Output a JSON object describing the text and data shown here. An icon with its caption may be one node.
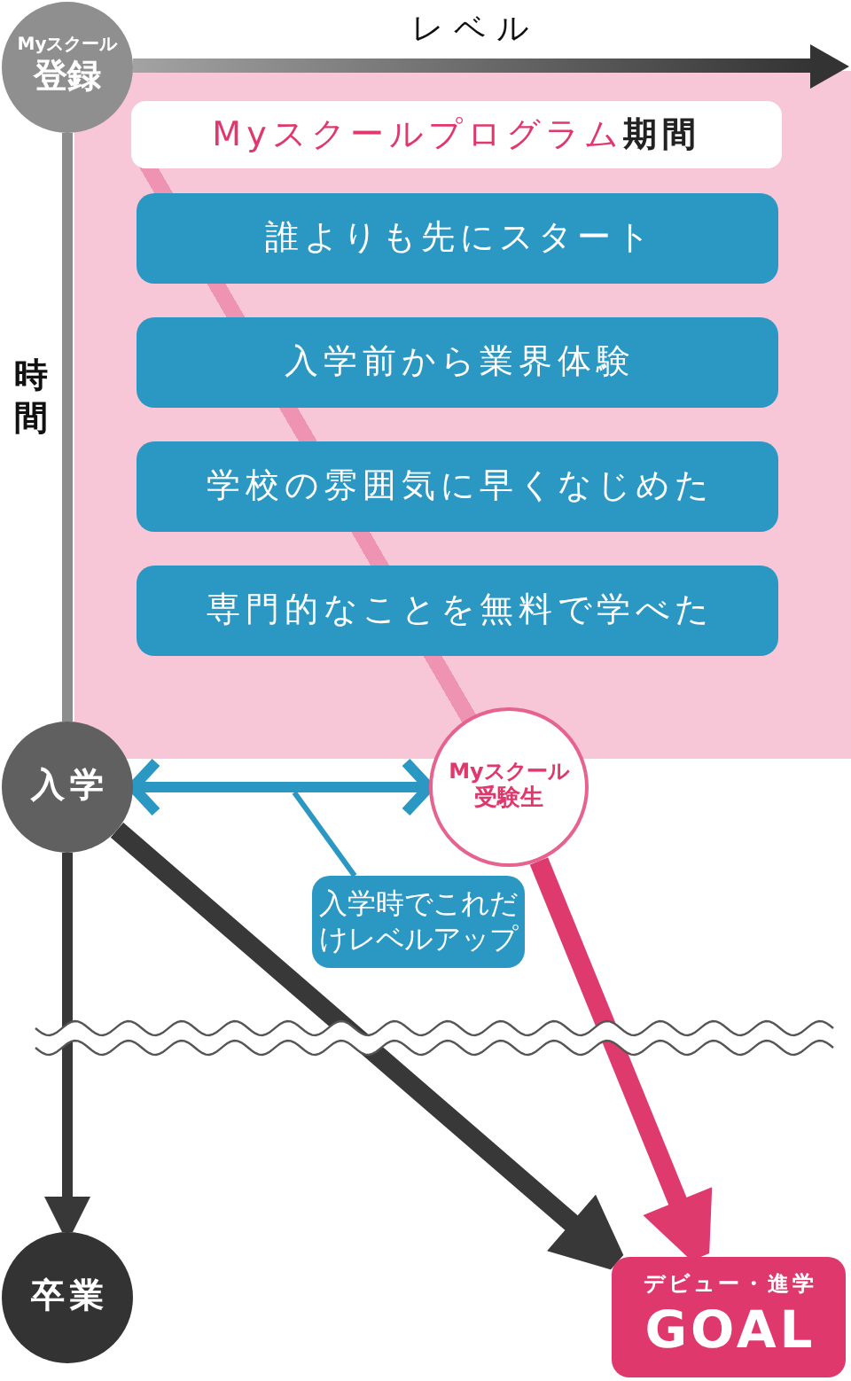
{
  "diagram": {
    "nodes": [
      {
        "text": [
          "Myスクール",
          "登録"
        ]
      },
      {
        "text": [
          "Myスクールプログラム**期間**"
        ]
      },
      {
        "text": [
          "誰よりも先にスタート"
        ],
        "in": 1
      },
      {
        "text": [
          "入学前から業界体験"
        ],
        "in": 1
      },
      {
        "text": [
          "学校の雰囲気に早くなじめた"
        ],
        "in": 1
      },
      {
        "text": [
          "専門的なことを無料で学べた"
        ],
        "in": 1
      },
      {
        "text": [
          "入学"
        ]
      },
      {
        "text": [
          "Myスクール",
          "受験生"
        ]
      },
      {
        "text": [
          "入学時でこれだけレベルアップ"
        ]
      },
      {
        "text": [
          "卒業"
        ]
      },
      {
        "text": [
          "デビュー・進学",
          "GOAL"
        ]
      }
    ],
    "edges": [
      {
        "from": 0,
        "to": 6,
        "arrow": "none",
        "color": "#8c8c8c"
      },
      {
        "from": 6,
        "to": 9,
        "arrow": "to"
      },
      {
        "from": 6,
        "to": 10,
        "arrow": "to",
        "style": "thick"
      },
      {
        "from": 6,
        "to": 7,
        "arrow": "both",
        "color": "#2b98c3"
      },
      {
        "from": 7,
        "to": 10,
        "arrow": "to",
        "style": "thick",
        "color": "#df3a6d"
      },
      {
        "from": 8,
        "to": null,
        "arrow": "none",
        "color": "#2b98c3"
      }
    ],
    "labels": [
      "レベル",
      "時間"
    ]
  }
}
